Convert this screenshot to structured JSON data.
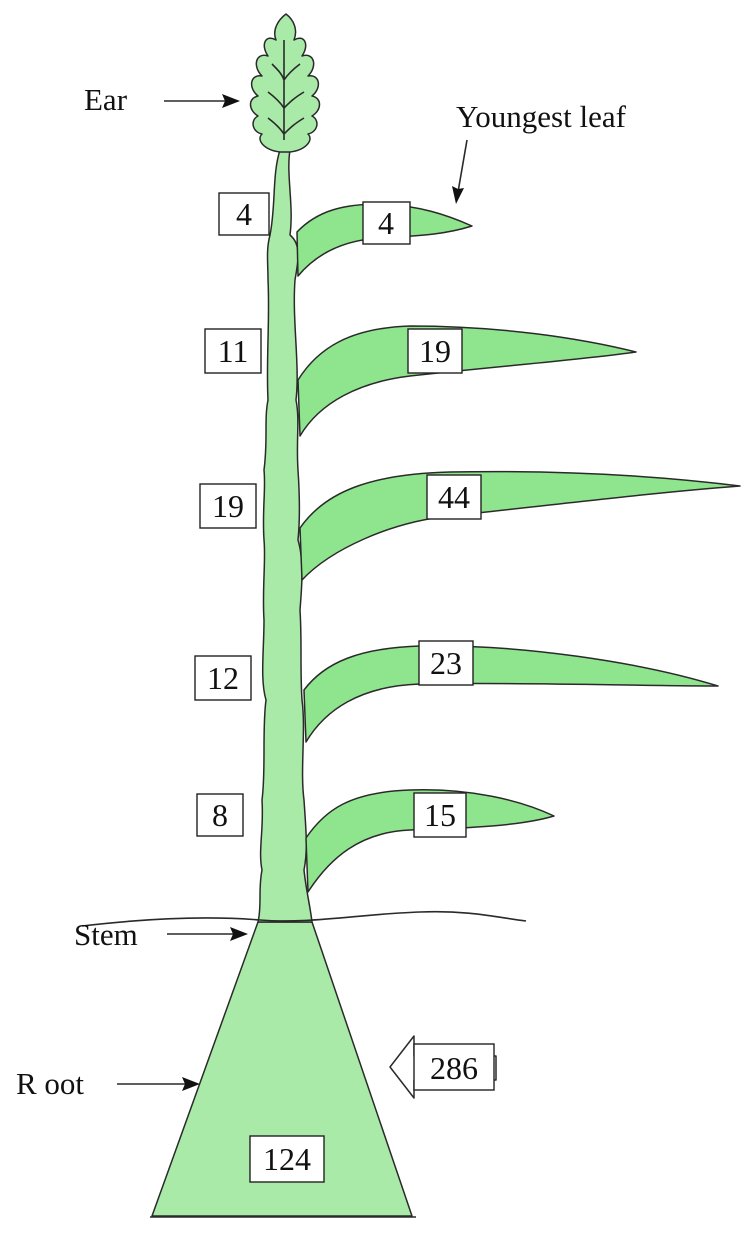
{
  "colors": {
    "plant_fill": "#a9eaa8",
    "leaf_fill": "#8fe58d",
    "outline": "#2a2a2a",
    "background": "#ffffff"
  },
  "labels": {
    "ear": "Ear",
    "youngest_leaf": "Youngest leaf",
    "stem": "Stem",
    "root": "R oot"
  },
  "internodes": [
    "4",
    "11",
    "19",
    "12",
    "8"
  ],
  "leaves": [
    "4",
    "19",
    "44",
    "23",
    "15"
  ],
  "root_value": "124",
  "incoming_value": "286"
}
